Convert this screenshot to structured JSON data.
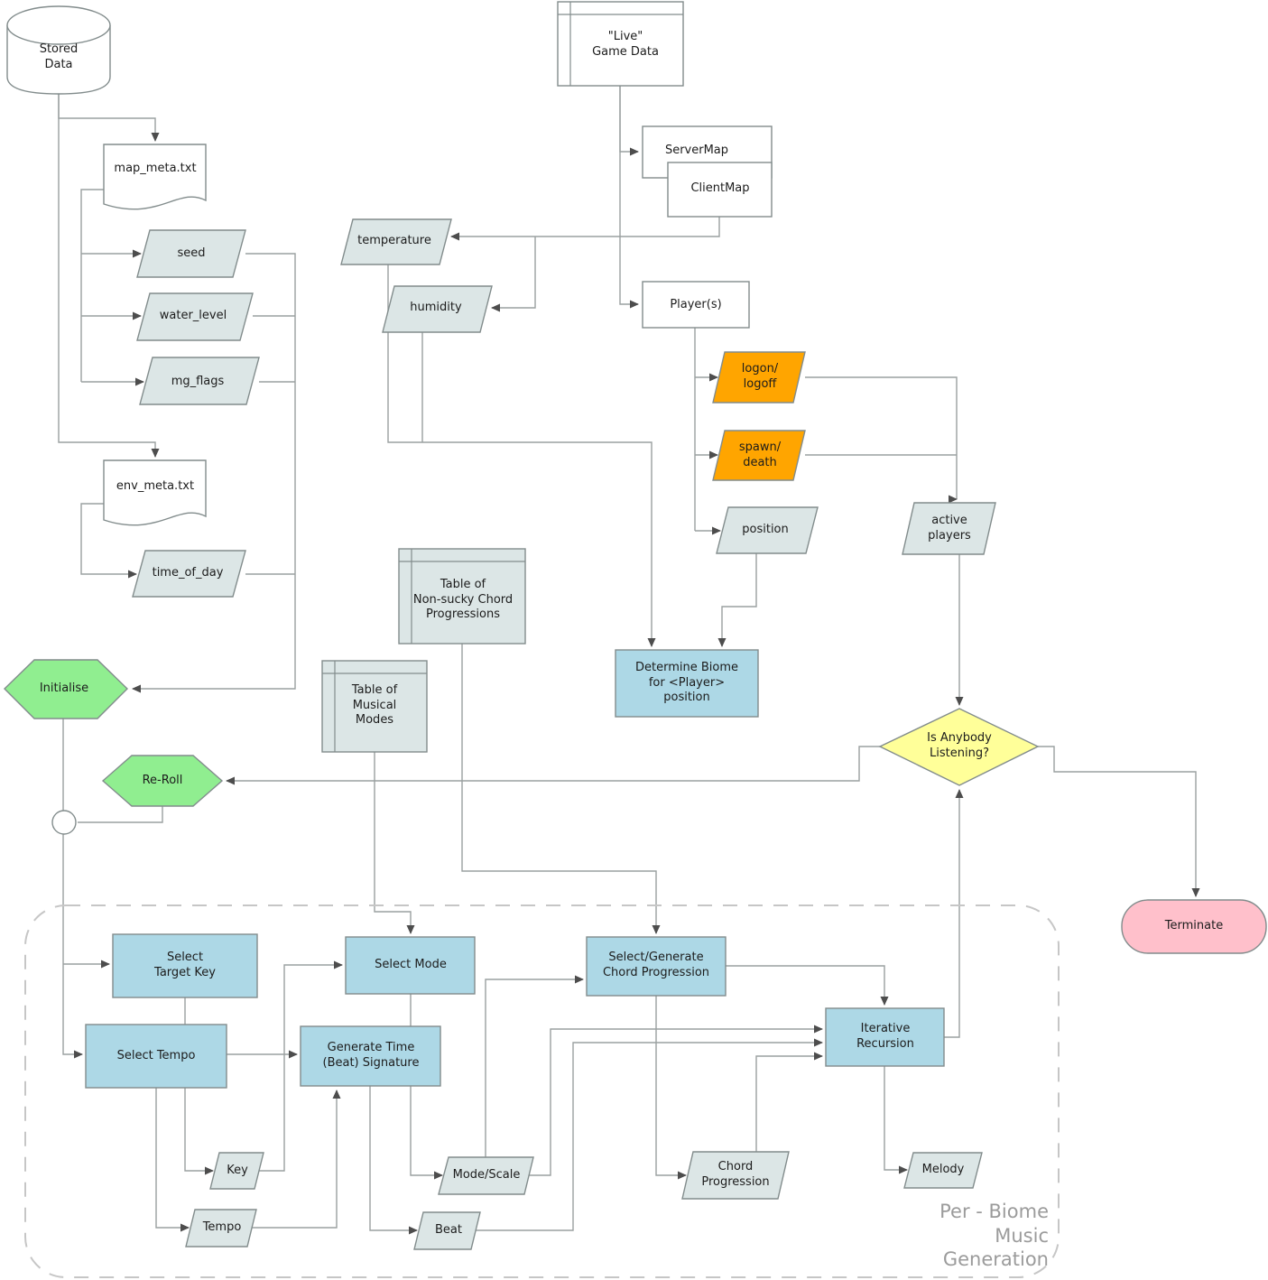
{
  "colors": {
    "data_fill": "#dce6e6",
    "orange": "#FFA500",
    "process_blue": "#ADD8E6",
    "green": "#90EE90",
    "yellow": "#FFFF99",
    "pink": "#FFC0CB",
    "shape_stroke": "#828c8c",
    "line": "#9aa0a0",
    "arrow": "#4d4d4d"
  },
  "nodes": {
    "stored_data": "Stored\nData",
    "map_meta": "map_meta.txt",
    "seed": "seed",
    "water_level": "water_level",
    "mg_flags": "mg_flags",
    "env_meta": "env_meta.txt",
    "time_of_day": "time_of_day",
    "live_game_data": "\"Live\"\nGame Data",
    "server_map": "ServerMap",
    "client_map": "ClientMap",
    "temperature": "temperature",
    "humidity": "humidity",
    "players": "Player(s)",
    "logon_logoff": "logon/\nlogoff",
    "spawn_death": "spawn/\ndeath",
    "position": "position",
    "active_players": "active\nplayers",
    "chord_table": "Table of\nNon-sucky Chord\nProgressions",
    "modes_table": "Table of\nMusical\nModes",
    "determine_biome": "Determine Biome\nfor <Player>\nposition",
    "initialise": "Initialise",
    "re_roll": "Re-Roll",
    "listening": "Is Anybody\nListening?",
    "terminate": "Terminate",
    "select_target_key": "Select\nTarget Key",
    "select_mode": "Select Mode",
    "select_chord": "Select/Generate\nChord Progression",
    "select_tempo": "Select Tempo",
    "generate_time": "Generate Time\n(Beat) Signature",
    "iterative_recursion": "Iterative\nRecursion",
    "key": "Key",
    "mode_scale": "Mode/Scale",
    "chord_progression": "Chord\nProgression",
    "melody": "Melody",
    "tempo": "Tempo",
    "beat": "Beat",
    "group_label": "Per - Biome\nMusic\nGeneration"
  },
  "edges": [
    "stored_data -> map_meta",
    "stored_data -> env_meta",
    "map_meta -> seed",
    "map_meta -> water_level",
    "map_meta -> mg_flags",
    "env_meta -> time_of_day",
    "seed -> initialise",
    "water_level -> initialise",
    "mg_flags -> initialise",
    "time_of_day -> initialise",
    "live_game_data -> server_map",
    "live_game_data -> players",
    "client_map -> temperature",
    "client_map -> humidity",
    "temperature -> determine_biome",
    "humidity -> determine_biome",
    "players -> logon_logoff",
    "players -> spawn_death",
    "players -> position",
    "logon_logoff -> active_players",
    "spawn_death -> active_players",
    "position -> determine_biome",
    "active_players -> listening",
    "iterative_recursion -> listening",
    "listening -> re_roll",
    "listening -> terminate",
    "initialise -> select_target_key",
    "initialise -> select_tempo",
    "re_roll -> select_target_key",
    "modes_table -> select_mode",
    "chord_table -> select_chord",
    "select_target_key -> key",
    "key -> select_mode",
    "select_tempo -> generate_time",
    "select_tempo -> tempo",
    "tempo -> generate_time",
    "select_mode -> mode_scale",
    "generate_time -> beat",
    "mode_scale -> select_chord",
    "mode_scale -> iterative_recursion",
    "beat -> iterative_recursion",
    "select_chord -> chord_progression",
    "select_chord -> iterative_recursion",
    "chord_progression -> iterative_recursion",
    "iterative_recursion -> melody"
  ]
}
